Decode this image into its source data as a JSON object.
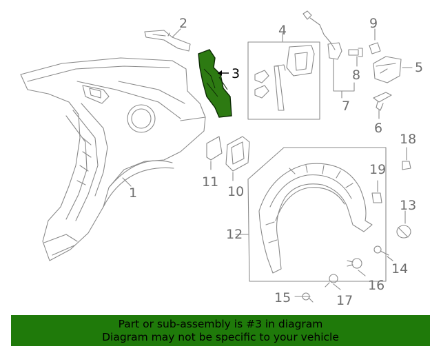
{
  "callouts": {
    "c1": "1",
    "c2": "2",
    "c3": "3",
    "c4": "4",
    "c5": "5",
    "c6": "6",
    "c7": "7",
    "c8": "8",
    "c9": "9",
    "c10": "10",
    "c11": "11",
    "c12": "12",
    "c13": "13",
    "c14": "14",
    "c15": "15",
    "c16": "16",
    "c17": "17",
    "c18": "18",
    "c19": "19"
  },
  "highlight": {
    "part": "3",
    "color": "#2d7a12"
  },
  "banner": {
    "line1": "Part or sub-assembly is #3 in diagram",
    "line2": "Diagram may not be specific to your vehicle",
    "background": "#1f7a0a"
  }
}
